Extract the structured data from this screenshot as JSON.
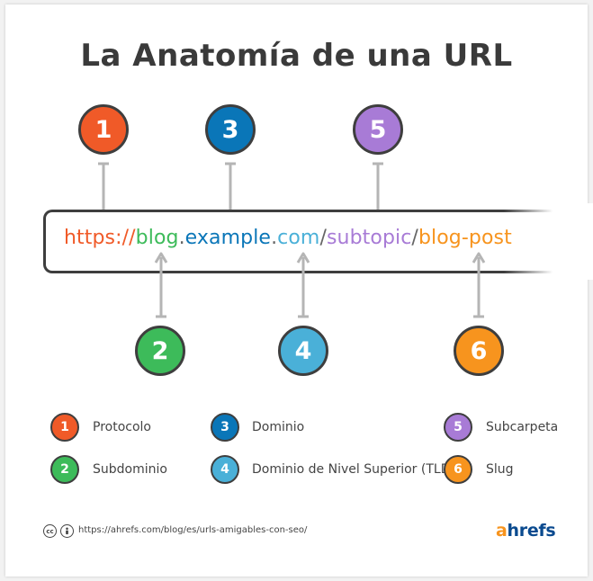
{
  "title": "La Anatomía de una URL",
  "colors": {
    "protocol": "#f05a28",
    "subdomain": "#3dbb5a",
    "domain": "#0a76b8",
    "tld": "#4ab0d8",
    "subfolder": "#a87bd6",
    "slug": "#f7941e",
    "separator": "#666666",
    "brand_accent": "#f7941e",
    "brand_main": "#0a4a8f"
  },
  "url": {
    "protocol": "https://",
    "subdomain": "blog",
    "dot1": ".",
    "domain": "example",
    "dot2": ".",
    "tld": "com",
    "slash1": "/",
    "subfolder": "subtopic",
    "slash2": "/",
    "slug": "blog-post"
  },
  "markers": [
    {
      "number": "1",
      "part": "protocol"
    },
    {
      "number": "2",
      "part": "subdomain"
    },
    {
      "number": "3",
      "part": "domain"
    },
    {
      "number": "4",
      "part": "tld"
    },
    {
      "number": "5",
      "part": "subfolder"
    },
    {
      "number": "6",
      "part": "slug"
    }
  ],
  "legend": [
    {
      "number": "1",
      "label": "Protocolo"
    },
    {
      "number": "2",
      "label": "Subdominio"
    },
    {
      "number": "3",
      "label": "Dominio"
    },
    {
      "number": "4",
      "label": "Dominio de Nivel Superior (TLD)"
    },
    {
      "number": "5",
      "label": "Subcarpeta"
    },
    {
      "number": "6",
      "label": "Slug"
    }
  ],
  "footer": {
    "license_icons": [
      "cc-icon",
      "attribution-icon"
    ],
    "cc_glyph": "cc",
    "source_url": "https://ahrefs.com/blog/es/urls-amigables-con-seo/"
  },
  "brand": {
    "first_letter": "a",
    "rest": "hrefs"
  }
}
